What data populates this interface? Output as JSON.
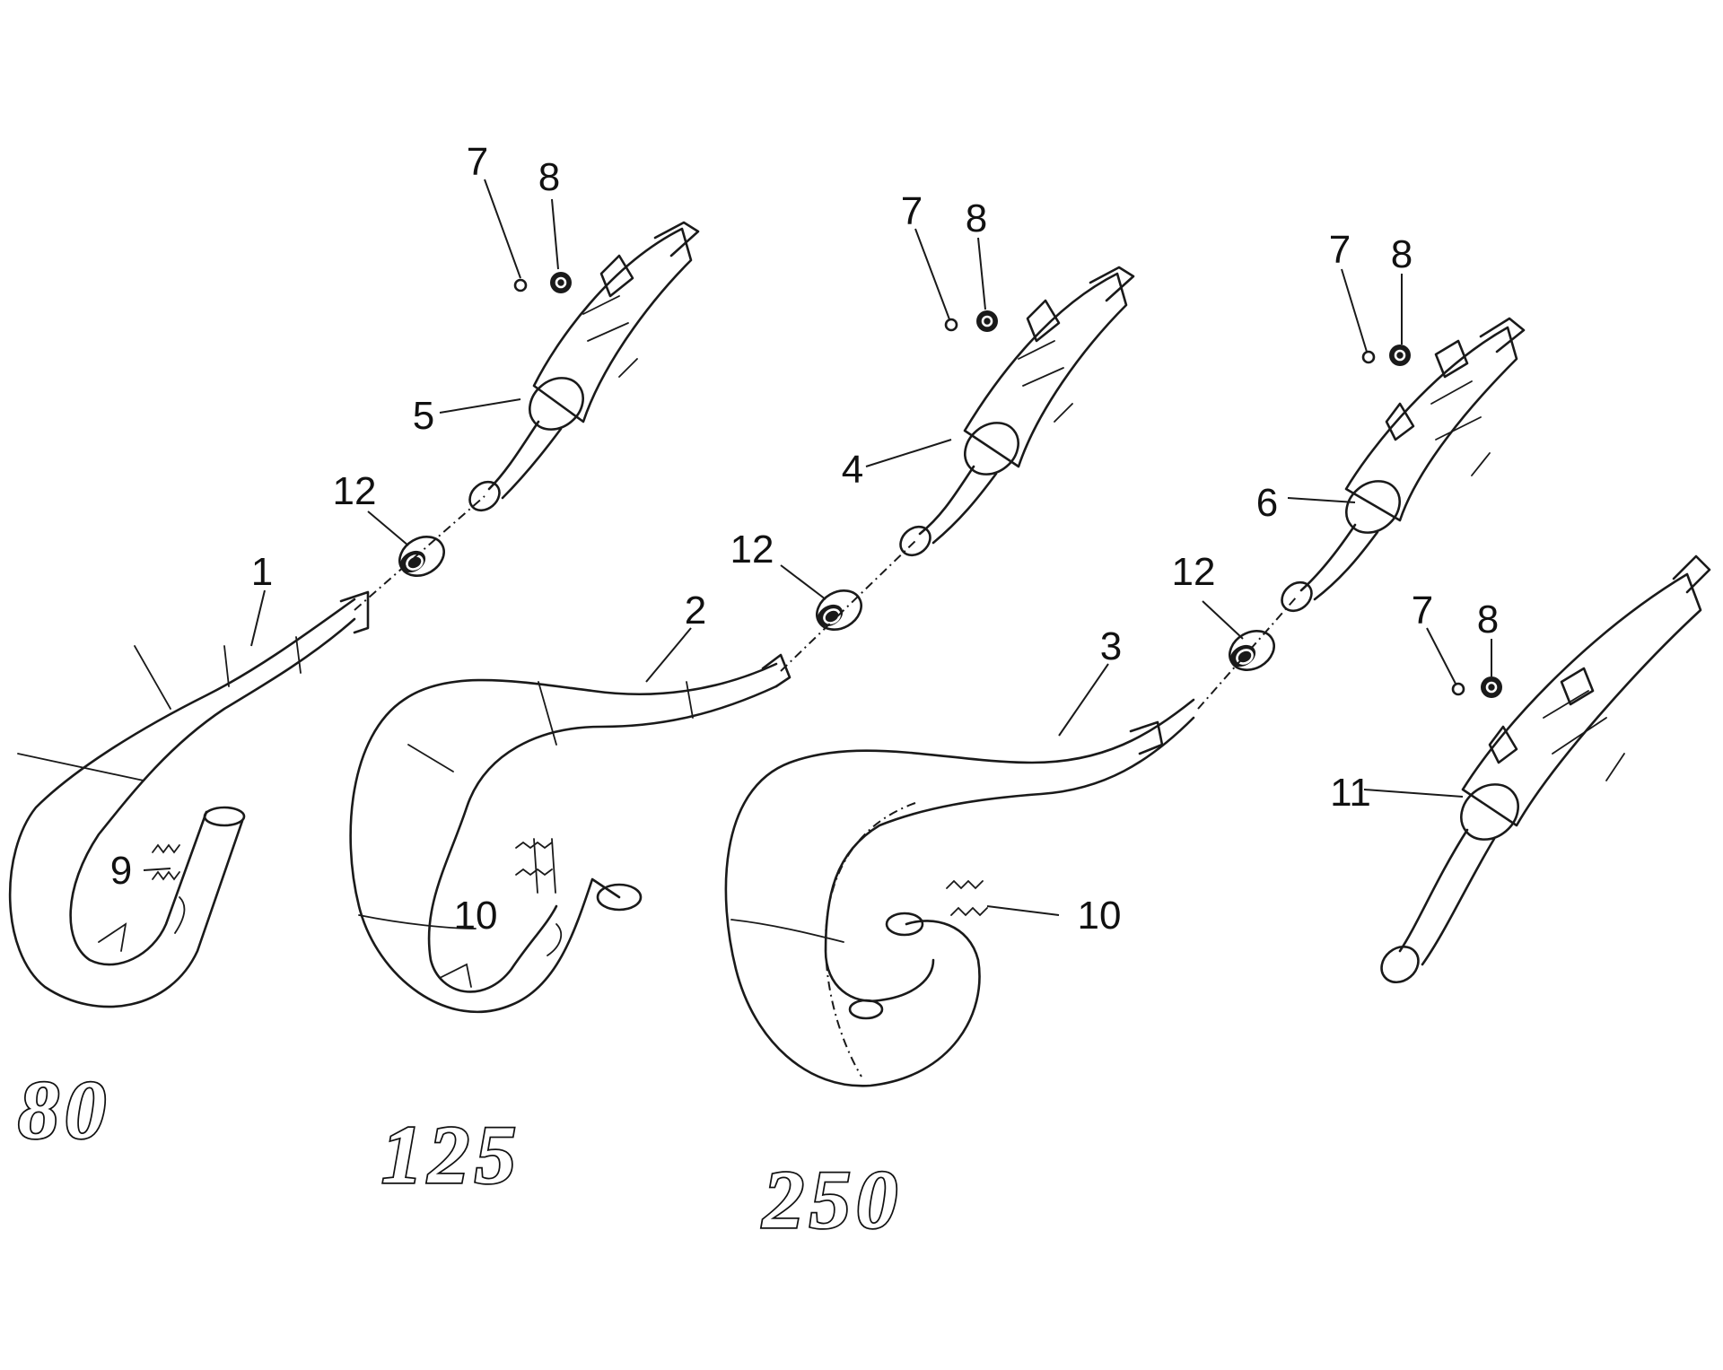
{
  "callouts": {
    "c1": "1",
    "c2": "2",
    "c3": "3",
    "c4": "4",
    "c5": "5",
    "c6": "6",
    "c7a": "7",
    "c7b": "7",
    "c7c": "7",
    "c7d": "7",
    "c8a": "8",
    "c8b": "8",
    "c8c": "8",
    "c8d": "8",
    "c9": "9",
    "c10a": "10",
    "c10b": "10",
    "c11": "11",
    "c12a": "12",
    "c12b": "12",
    "c12c": "12"
  },
  "models": {
    "m80": "80",
    "m125": "125",
    "m250": "250"
  }
}
